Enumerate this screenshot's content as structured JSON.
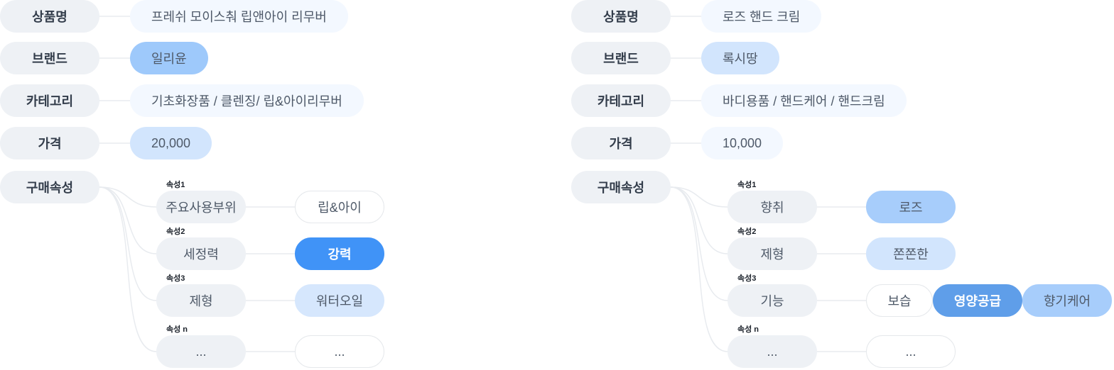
{
  "products": [
    {
      "labels": {
        "name": "상품명",
        "brand": "브랜드",
        "category": "카테고리",
        "price": "가격",
        "purchase_attrs": "구매속성"
      },
      "name": "프레쉬 모이스춰 립앤아이 리무버",
      "brand": "일리윤",
      "category": "기초화장품 / 클렌징/ 립&아이리무버",
      "price": "20,000",
      "attributes": [
        {
          "tag": "속성1",
          "name": "주요사용부위",
          "values": [
            "립&아이"
          ]
        },
        {
          "tag": "속성2",
          "name": "세정력",
          "values": [
            "강력"
          ]
        },
        {
          "tag": "속성3",
          "name": "제형",
          "values": [
            "워터오일"
          ]
        },
        {
          "tag": "속성 n",
          "name": "...",
          "values": [
            "..."
          ]
        }
      ]
    },
    {
      "labels": {
        "name": "상품명",
        "brand": "브랜드",
        "category": "카테고리",
        "price": "가격",
        "purchase_attrs": "구매속성"
      },
      "name": "로즈 핸드 크림",
      "brand": "록시땅",
      "category": "바디용품 / 핸드케어 / 핸드크림",
      "price": "10,000",
      "attributes": [
        {
          "tag": "속성1",
          "name": "향취",
          "values": [
            "로즈"
          ]
        },
        {
          "tag": "속성2",
          "name": "제형",
          "values": [
            "쫀쫀한"
          ]
        },
        {
          "tag": "속성3",
          "name": "기능",
          "values": [
            "보습",
            "영양공급",
            "향기케어"
          ]
        },
        {
          "tag": "속성 n",
          "name": "...",
          "values": [
            "..."
          ]
        }
      ]
    }
  ]
}
